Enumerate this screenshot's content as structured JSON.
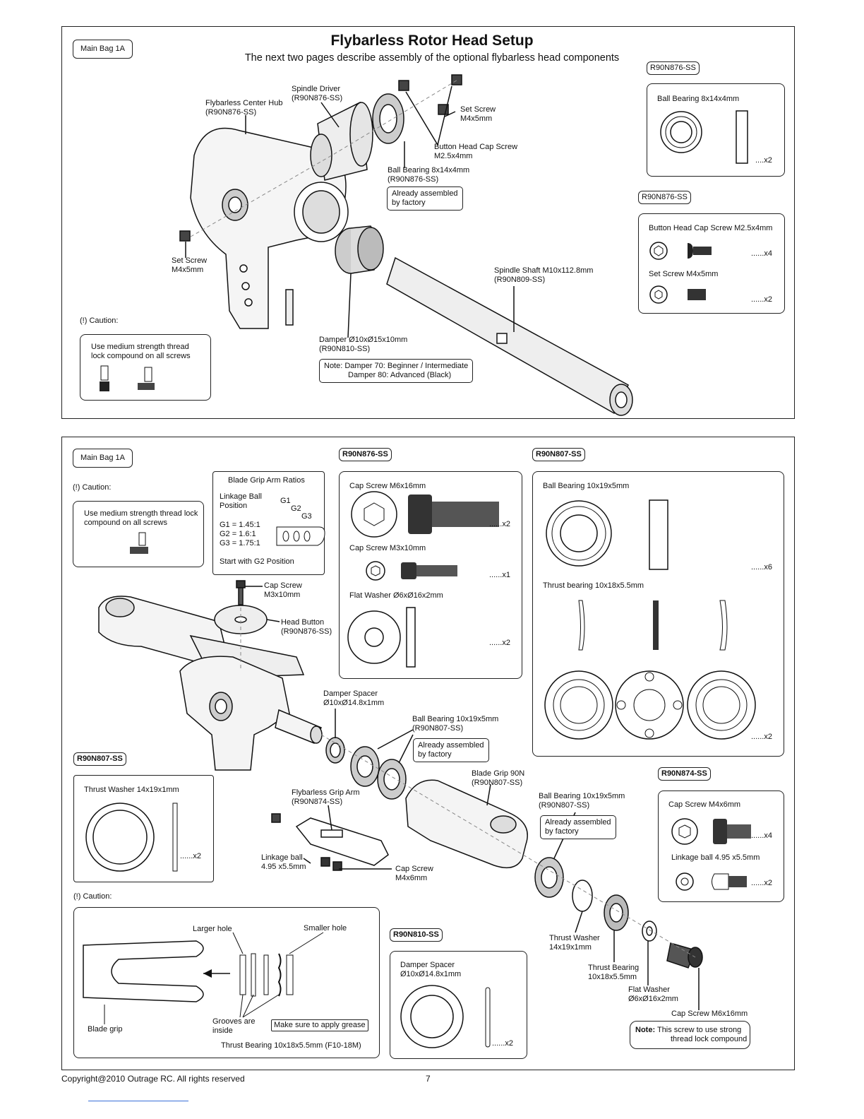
{
  "top": {
    "bag_tag": "Main Bag 1A",
    "title": "Flybarless Rotor Head Setup",
    "subtitle": "The next two pages describe assembly of the optional flybarless head components",
    "callouts": {
      "spindle_driver": [
        "Spindle Driver",
        "(R90N876-SS)"
      ],
      "center_hub": [
        "Flybarless Center Hub",
        "(R90N876-SS)"
      ],
      "set_screw_right": [
        "Set Screw",
        "M4x5mm"
      ],
      "button_head": [
        "Button Head Cap Screw",
        "M2.5x4mm"
      ],
      "ball_bearing": [
        "Ball Bearing 8x14x4mm",
        "(R90N876-SS)"
      ],
      "already_assembled": [
        "Already assembled",
        "by factory"
      ],
      "set_screw_left": [
        "Set Screw",
        "M4x5mm"
      ],
      "spindle_shaft": [
        "Spindle Shaft M10x112.8mm",
        "(R90N809-SS)"
      ],
      "damper": [
        "Damper Ø10xØ15x10mm",
        "(R90N810-SS)"
      ],
      "damper_note": [
        "Note: Damper 70: Beginner / Intermediate",
        "Damper 80: Advanced (Black)"
      ]
    },
    "caution_label": "(!) Caution:",
    "caution_text": [
      "Use medium strength thread",
      "lock compound on all screws"
    ],
    "parts_box1": {
      "tag": "R90N876-SS",
      "name": "Ball Bearing 8x14x4mm",
      "qty": "....x2"
    },
    "parts_box2": {
      "tag": "R90N876-SS",
      "item1": "Button Head Cap Screw M2.5x4mm",
      "qty1": "......x4",
      "item2": "Set Screw M4x5mm",
      "qty2": "......x2"
    }
  },
  "bottom": {
    "bag_tag": "Main Bag 1A",
    "caution_label": "(!) Caution:",
    "caution_text": [
      "Use medium strength thread lock",
      "compound on all screws"
    ],
    "ratios": {
      "title": "Blade Grip Arm Ratios",
      "linkage": [
        "Linkage Ball",
        "Position"
      ],
      "g_labels": [
        "G1",
        "G2",
        "G3"
      ],
      "values": [
        "G1 = 1.45:1",
        "G2 = 1.6:1",
        "G3 = 1.75:1"
      ],
      "start": "Start with G2 Position"
    },
    "box_876": {
      "tag": "R90N876-SS",
      "cap_m6": "Cap Screw M6x16mm",
      "qty_m6": "......x2",
      "cap_m3": "Cap Screw M3x10mm",
      "qty_m3": "......x1",
      "washer": "Flat Washer Ø6xØ16x2mm",
      "qty_washer": "......x2"
    },
    "box_807": {
      "tag": "R90N807-SS",
      "bearing": "Ball Bearing 10x19x5mm",
      "qty_bearing": "......x6",
      "thrust": "Thrust bearing 10x18x5.5mm",
      "qty_thrust": "......x2"
    },
    "callouts": {
      "cap_screw_m3": [
        "Cap Screw",
        "M3x10mm"
      ],
      "head_button": [
        "Head Button",
        "(R90N876-SS)"
      ],
      "damper_spacer": [
        "Damper Spacer",
        "Ø10xØ14.8x1mm"
      ],
      "ball_bearing_1": [
        "Ball Bearing 10x19x5mm",
        "(R90N807-SS)"
      ],
      "already_1": [
        "Already assembled",
        "by factory"
      ],
      "blade_grip": [
        "Blade Grip 90N",
        "(R90N807-SS)"
      ],
      "grip_arm": [
        "Flybarless Grip Arm",
        "(R90N874-SS)"
      ],
      "ball_bearing_2": [
        "Ball Bearing 10x19x5mm",
        "(R90N807-SS)"
      ],
      "already_2": [
        "Already assembled",
        "by factory"
      ],
      "linkage_ball": [
        "Linkage ball",
        "4.95 x5.5mm"
      ],
      "cap_screw_m4": [
        "Cap Screw",
        "M4x6mm"
      ],
      "thrust_washer": [
        "Thrust Washer",
        "14x19x1mm"
      ],
      "thrust_bearing": [
        "Thrust Bearing",
        "10x18x5.5mm"
      ],
      "flat_washer": [
        "Flat Washer",
        "Ø6xØ16x2mm"
      ],
      "cap_screw_m6": "Cap Screw M6x16mm",
      "note_strong": [
        "Note:",
        "This screw to use strong",
        "thread lock compound"
      ]
    },
    "box_807_washer": {
      "tag": "R90N807-SS",
      "name": "Thrust  Washer 14x19x1mm",
      "qty": "......x2"
    },
    "box_874": {
      "tag": "R90N874-SS",
      "cap": "Cap Screw M4x6mm",
      "qty_cap": "......x4",
      "ball": "Linkage ball 4.95 x5.5mm",
      "qty_ball": "......x2"
    },
    "caution2_label": "(!) Caution:",
    "grease": {
      "larger": "Larger hole",
      "smaller": "Smaller hole",
      "grooves": [
        "Grooves are",
        "inside"
      ],
      "apply": "Make sure to apply grease",
      "blade_grip": "Blade grip",
      "thrust": "Thrust Bearing 10x18x5.5mm (F10-18M)"
    },
    "box_810": {
      "tag": "R90N810-SS",
      "name": [
        "Damper Spacer",
        "Ø10xØ14.8x1mm"
      ],
      "qty": "......x2"
    }
  },
  "footer": {
    "copyright": "Copyright@2010 Outrage RC. All rights reserved",
    "page": "7"
  }
}
